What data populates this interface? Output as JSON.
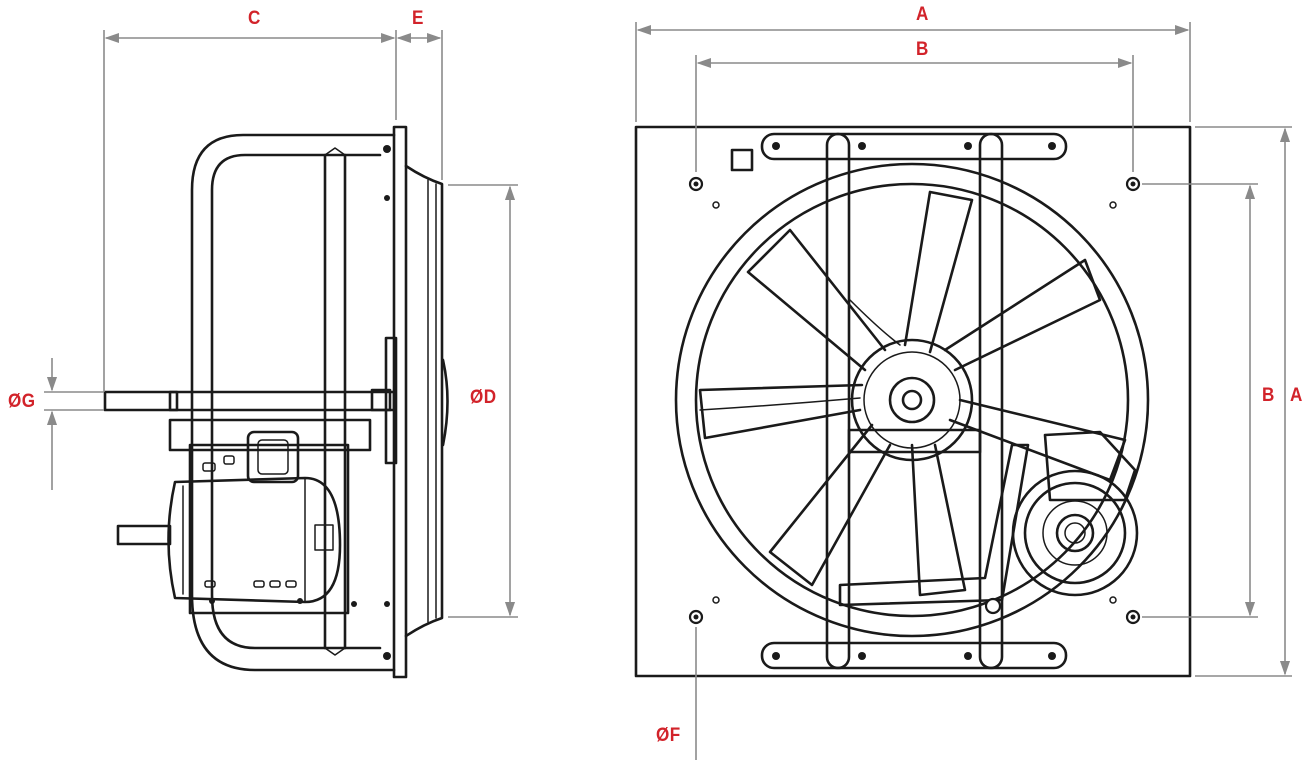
{
  "colors": {
    "accent": "#d2232a",
    "line": "#1a1a1a",
    "dimension": "#8a8a8a",
    "background": "#ffffff"
  },
  "side_view": {
    "labels": {
      "c": "C",
      "e": "E",
      "d": "ØD",
      "g": "ØG"
    }
  },
  "front_view": {
    "labels": {
      "a_top": "A",
      "b_top": "B",
      "a_right": "A",
      "b_right": "B",
      "f": "ØF"
    }
  }
}
